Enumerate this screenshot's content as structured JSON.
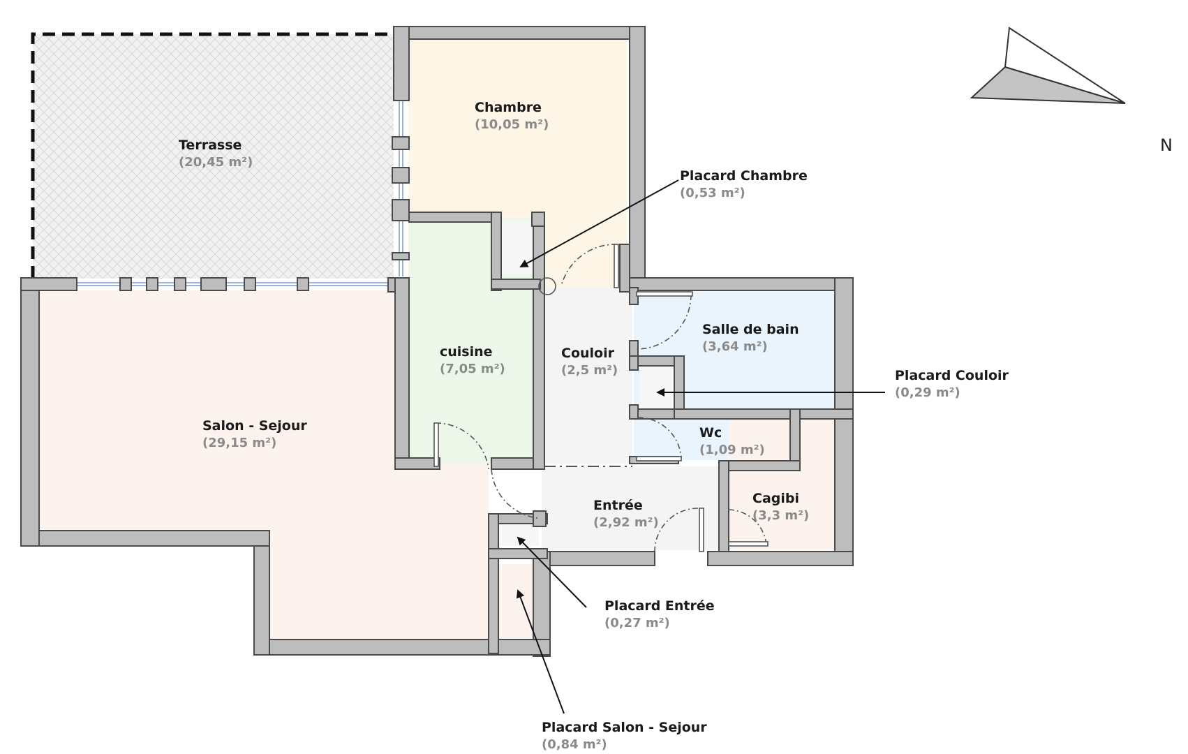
{
  "compass": {
    "label": "N"
  },
  "rooms": {
    "terrasse": {
      "name": "Terrasse",
      "area": "(20,45 m²)"
    },
    "chambre": {
      "name": "Chambre",
      "area": "(10,05 m²)"
    },
    "cuisine": {
      "name": "cuisine",
      "area": "(7,05 m²)"
    },
    "couloir": {
      "name": "Couloir",
      "area": "(2,5 m²)"
    },
    "salle_de_bain": {
      "name": "Salle de bain",
      "area": "(3,64 m²)"
    },
    "salon": {
      "name": "Salon - Sejour",
      "area": "(29,15 m²)"
    },
    "wc": {
      "name": "Wc",
      "area": "(1,09 m²)"
    },
    "entree": {
      "name": "Entrée",
      "area": "(2,92 m²)"
    },
    "cagibi": {
      "name": "Cagibi",
      "area": "(3,3 m²)"
    }
  },
  "callouts": {
    "placard_chambre": {
      "name": "Placard Chambre",
      "area": "(0,53 m²)"
    },
    "placard_couloir": {
      "name": "Placard Couloir",
      "area": "(0,29 m²)"
    },
    "placard_entree": {
      "name": "Placard Entrée",
      "area": "(0,27 m²)"
    },
    "placard_salon": {
      "name": "Placard Salon - Sejour",
      "area": "(0,84 m²)"
    }
  },
  "colors": {
    "terrasse": "#f2f2f2",
    "chambre": "#fdf5e6",
    "cuisine": "#eef8ea",
    "couloir": "#f4f4f4",
    "salle_de_bain": "#eaf4fd",
    "salon": "#fdf3ee",
    "wc": "#eaf4fd",
    "entree": "#f4f4f4",
    "cagibi": "#fdf3ee",
    "wall": "#bdbdbd"
  }
}
